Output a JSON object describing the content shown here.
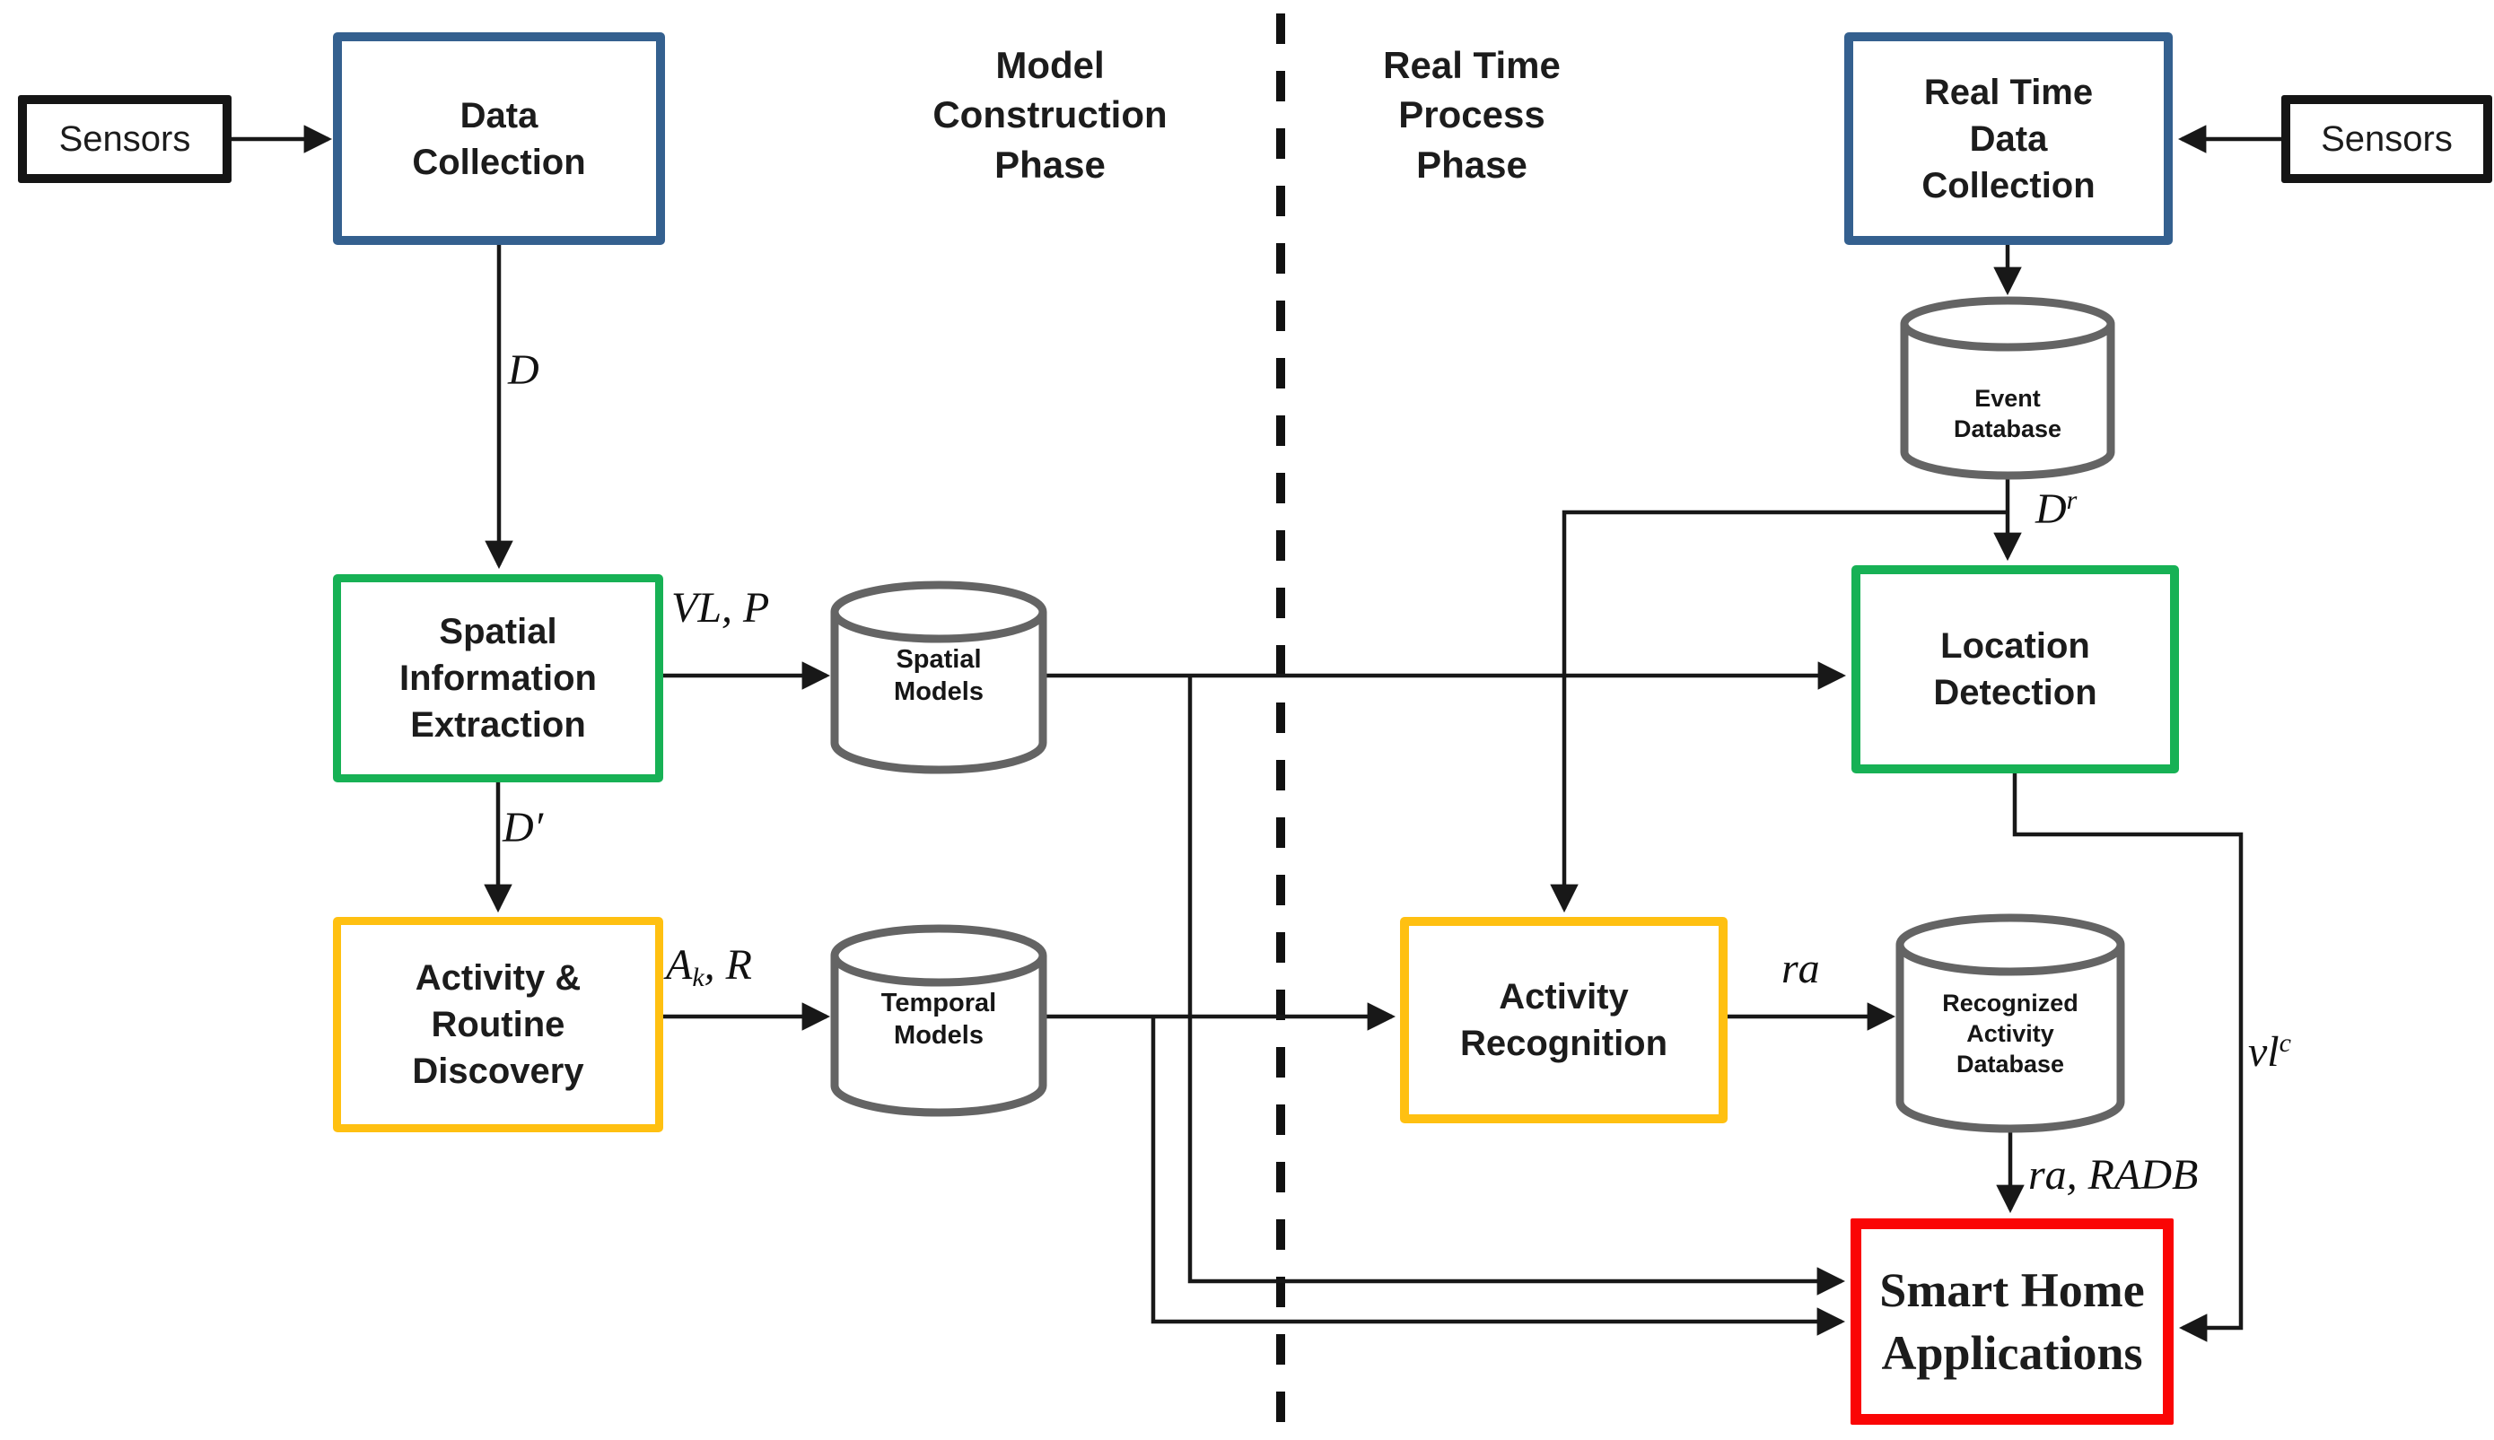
{
  "diagram": {
    "phases": {
      "left": {
        "title": "Model\nConstruction\nPhase"
      },
      "right": {
        "title": "Real Time\nProcess\nPhase"
      }
    },
    "boxes": {
      "sensors_left": {
        "label": "Sensors"
      },
      "sensors_right": {
        "label": "Sensors"
      },
      "data_collection": {
        "label": "Data\nCollection"
      },
      "real_time_data_collection": {
        "label": "Real Time\nData\nCollection"
      },
      "spatial_information_extraction": {
        "label": "Spatial\nInformation\nExtraction"
      },
      "activity_routine_discovery": {
        "label": "Activity &\nRoutine\nDiscovery"
      },
      "location_detection": {
        "label": "Location\nDetection"
      },
      "activity_recognition": {
        "label": "Activity\nRecognition"
      },
      "smart_home_applications": {
        "label": "Smart Home\nApplications"
      }
    },
    "databases": {
      "spatial_models": {
        "label": "Spatial\nModels"
      },
      "temporal_models": {
        "label": "Temporal\nModels"
      },
      "event_database": {
        "label": "Event\nDatabase"
      },
      "recognized_activity_database": {
        "label": "Recognized\nActivity\nDatabase"
      }
    },
    "edge_labels": {
      "d": "D",
      "d_prime": "D′",
      "vl_p": "VL, P",
      "ak_r": {
        "pre": "A",
        "sub": "k",
        "post": ", R"
      },
      "d_r": {
        "base": "D",
        "sup": "r"
      },
      "ra": "ra",
      "ra_radb": "ra, RADB",
      "vl_c": {
        "base": "vl",
        "sup": "c"
      }
    },
    "colors": {
      "blue": "#34608F",
      "green": "#17B155",
      "yellow": "#FFC011",
      "red": "#FA0505",
      "gray": "#646464"
    }
  }
}
